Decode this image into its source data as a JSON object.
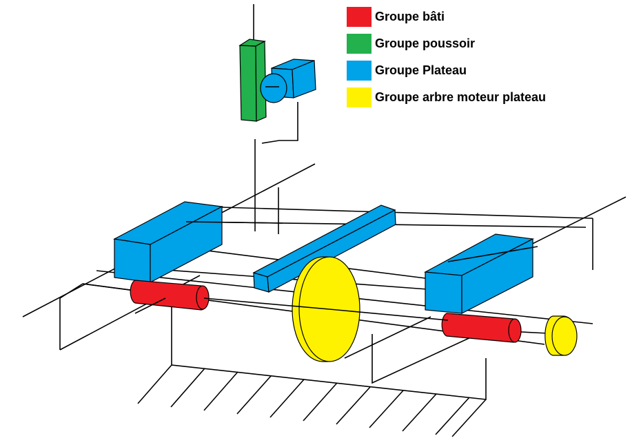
{
  "legend": {
    "items": [
      {
        "label": "Groupe bâti",
        "color": "#ed1c24"
      },
      {
        "label": "Groupe poussoir",
        "color": "#22b14c"
      },
      {
        "label": "Groupe Plateau",
        "color": "#00a2e8"
      },
      {
        "label": "Groupe arbre moteur plateau",
        "color": "#fff200"
      }
    ]
  }
}
